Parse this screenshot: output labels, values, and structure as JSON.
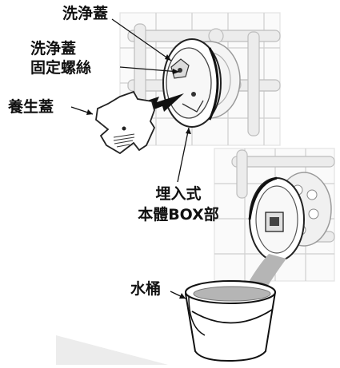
{
  "labels": {
    "cleaning_lid": "洗浄蓋",
    "lid_screws_line1": "洗浄蓋",
    "lid_screws_line2": "固定螺絲",
    "protective_cover": "養生蓋",
    "embedded_box_line1": "埋入式",
    "embedded_box_line2": "本體BOX部",
    "bucket": "水桶"
  },
  "colors": {
    "line": "#222222",
    "wall_grid": "#c9c9c9",
    "pipe_fill": "#e6e6e6",
    "water": "#b5b5b5",
    "floor_shadow": "#ececec",
    "arrow": "#111111"
  }
}
